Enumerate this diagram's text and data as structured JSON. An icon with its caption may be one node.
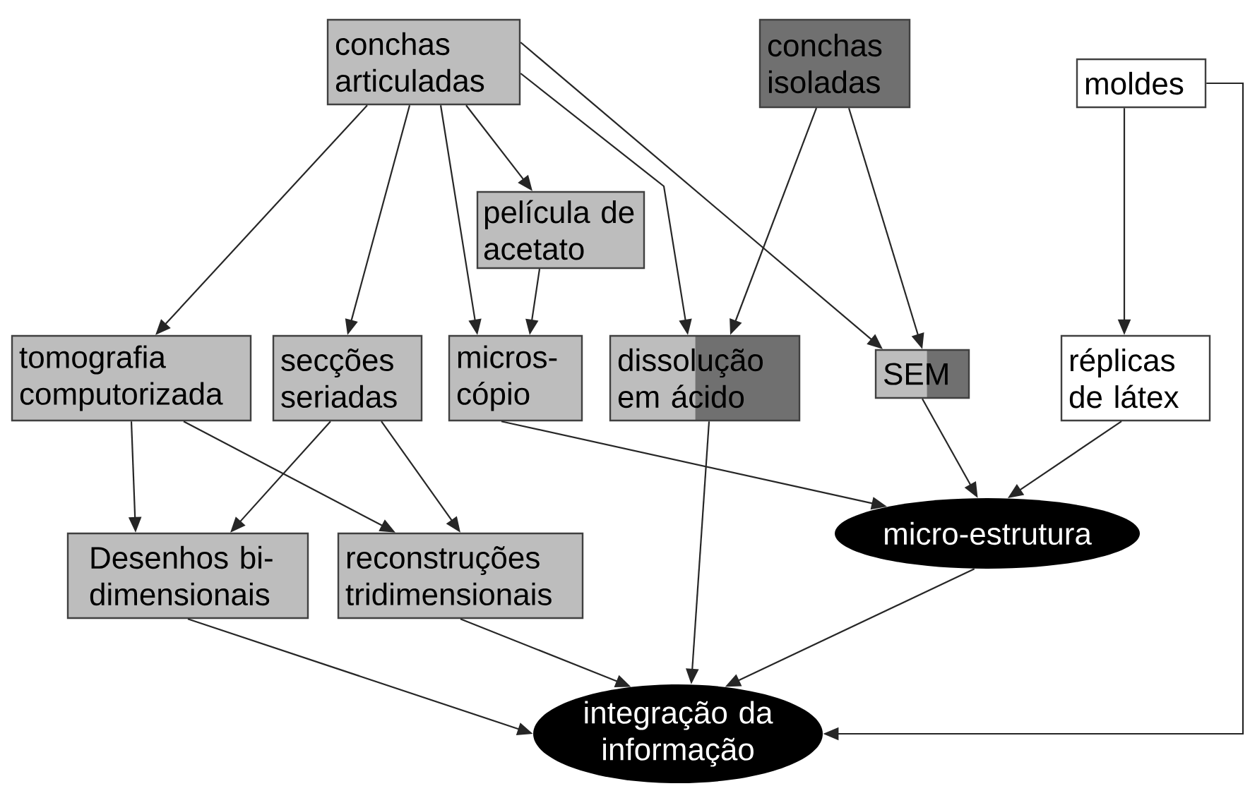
{
  "diagram": {
    "nodes": [
      {
        "text": [
          "conchas articuladas"
        ]
      },
      {
        "text": [
          "conchas isoladas"
        ]
      },
      {
        "text": [
          "moldes"
        ]
      },
      {
        "text": [
          "película de acetato"
        ]
      },
      {
        "text": [
          "tomografia computorizada"
        ]
      },
      {
        "text": [
          "secções seriadas"
        ]
      },
      {
        "text": [
          "micros-cópio"
        ]
      },
      {
        "text": [
          "dissolução em ácido"
        ]
      },
      {
        "text": [
          "SEM"
        ]
      },
      {
        "text": [
          "réplicas de látex"
        ]
      },
      {
        "text": [
          "Desenhos bi-dimensionais"
        ]
      },
      {
        "text": [
          "reconstruções tridimensionais"
        ]
      },
      {
        "text": [
          "micro-estrutura"
        ]
      },
      {
        "text": [
          "integração da informação"
        ]
      }
    ],
    "edges": [
      {
        "from": 0,
        "to": 4,
        "arrow": "to"
      },
      {
        "from": 0,
        "to": 5,
        "arrow": "to"
      },
      {
        "from": 0,
        "to": 6,
        "arrow": "to"
      },
      {
        "from": 0,
        "to": 3,
        "arrow": "to"
      },
      {
        "from": 0,
        "to": 7,
        "arrow": "to"
      },
      {
        "from": 0,
        "to": 8,
        "arrow": "to"
      },
      {
        "from": 1,
        "to": 7,
        "arrow": "to"
      },
      {
        "from": 1,
        "to": 8,
        "arrow": "to"
      },
      {
        "from": 2,
        "to": 9,
        "arrow": "to"
      },
      {
        "from": 2,
        "to": 13,
        "arrow": "to"
      },
      {
        "from": 3,
        "to": 6,
        "arrow": "to"
      },
      {
        "from": 4,
        "to": 10,
        "arrow": "to"
      },
      {
        "from": 4,
        "to": 11,
        "arrow": "to"
      },
      {
        "from": 5,
        "to": 10,
        "arrow": "to"
      },
      {
        "from": 5,
        "to": 11,
        "arrow": "to"
      },
      {
        "from": 6,
        "to": 12,
        "arrow": "to"
      },
      {
        "from": 7,
        "to": 13,
        "arrow": "to"
      },
      {
        "from": 8,
        "to": 12,
        "arrow": "to"
      },
      {
        "from": 9,
        "to": 12,
        "arrow": "to"
      },
      {
        "from": 10,
        "to": 13,
        "arrow": "to"
      },
      {
        "from": 11,
        "to": 13,
        "arrow": "to"
      },
      {
        "from": 12,
        "to": 13,
        "arrow": "to"
      }
    ]
  }
}
